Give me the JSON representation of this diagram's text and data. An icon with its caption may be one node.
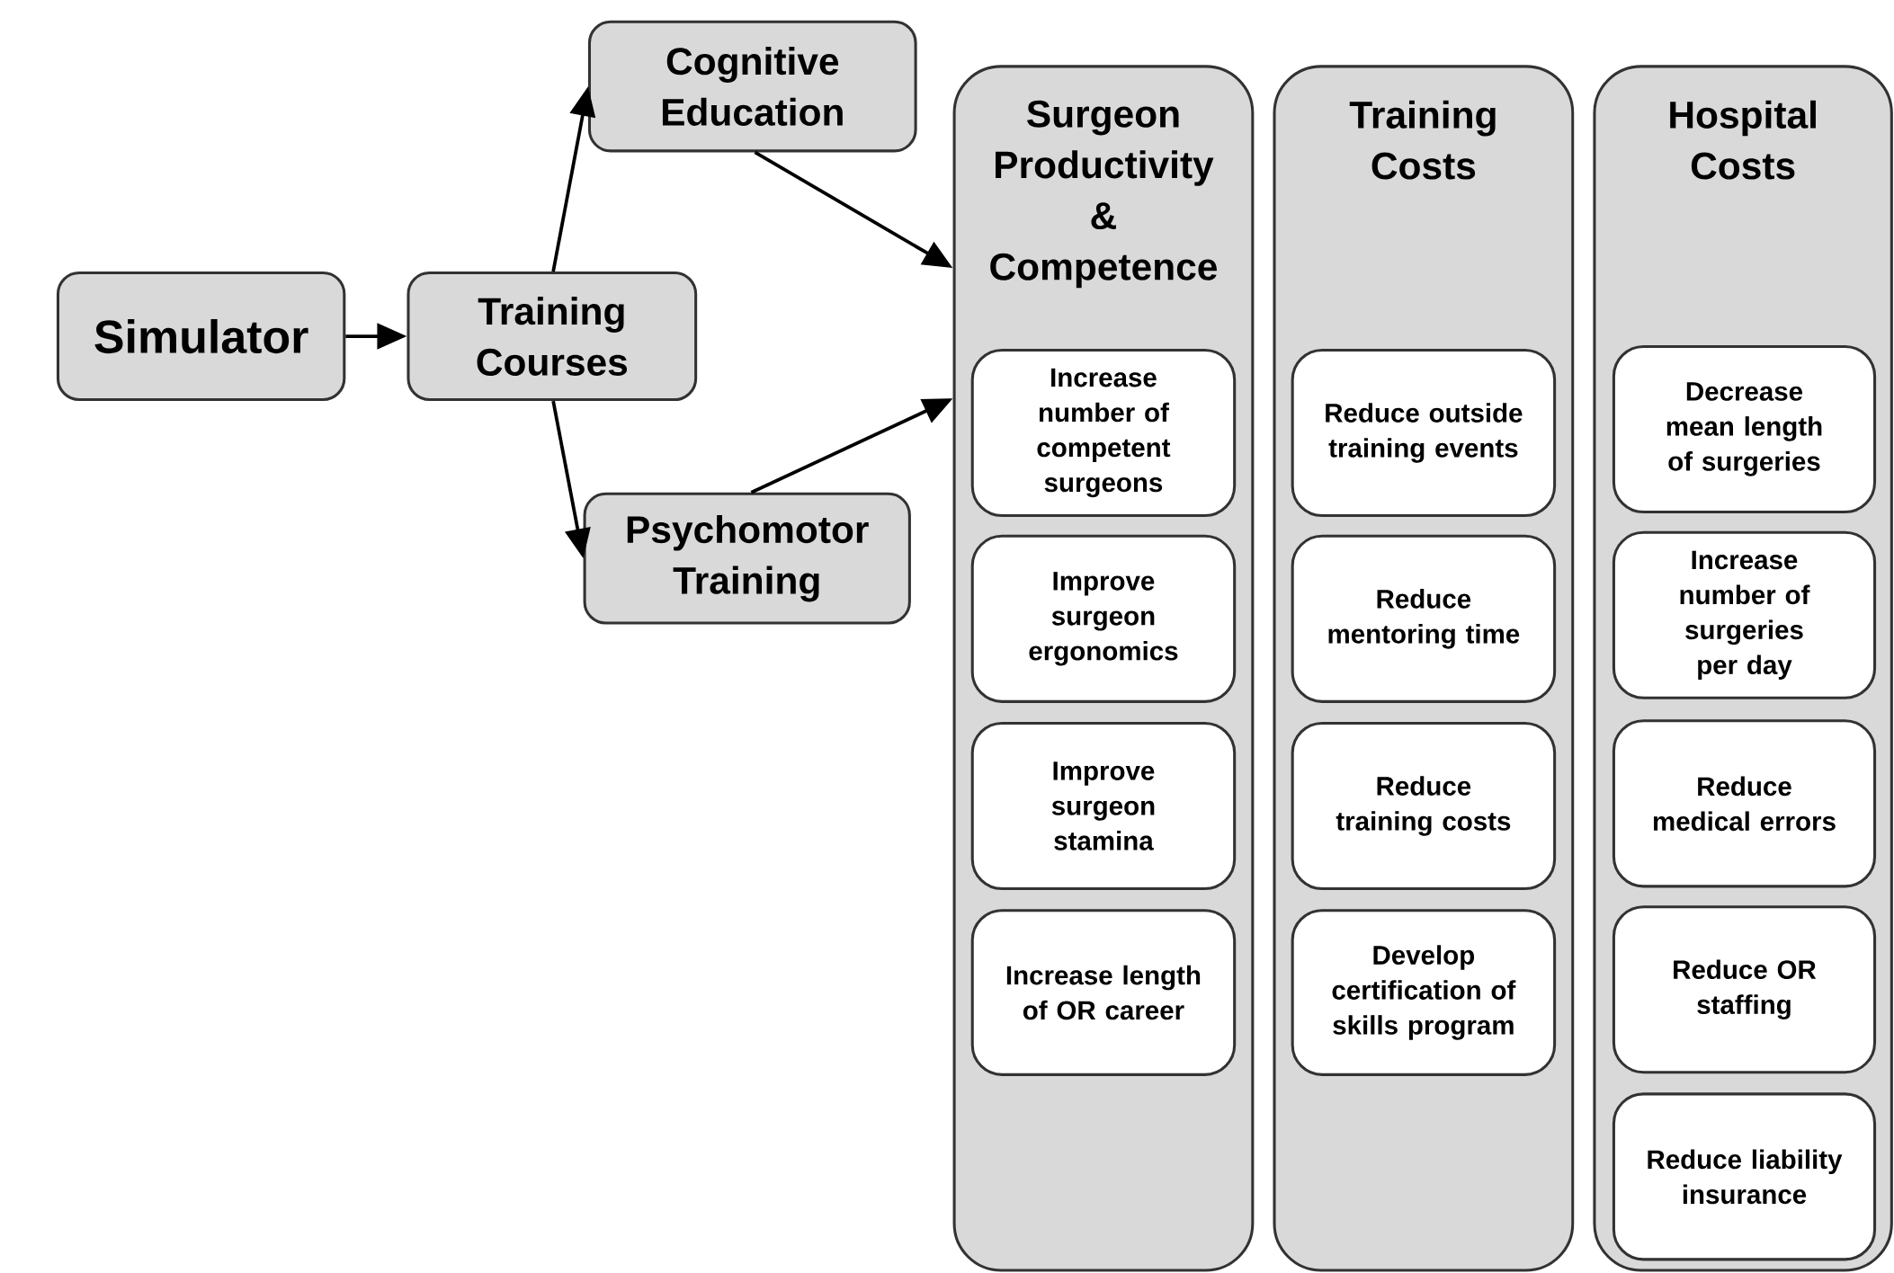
{
  "diagram": {
    "nodes": [
      {
        "text": [
          "Simulator"
        ]
      },
      {
        "text": [
          "Training Courses"
        ]
      },
      {
        "text": [
          "Cognitive Education"
        ]
      },
      {
        "text": [
          "Psychomotor Training"
        ]
      },
      {
        "text": [
          "Surgeon Productivity & Competence"
        ]
      },
      {
        "text": [
          "Increase number of competent surgeons"
        ],
        "in": 4
      },
      {
        "text": [
          "Improve surgeon ergonomics"
        ],
        "in": 4
      },
      {
        "text": [
          "Improve surgeon stamina"
        ],
        "in": 4
      },
      {
        "text": [
          "Increase length of OR career"
        ],
        "in": 4
      },
      {
        "text": [
          "Training Costs"
        ]
      },
      {
        "text": [
          "Reduce outside training events"
        ],
        "in": 9
      },
      {
        "text": [
          "Reduce mentoring time"
        ],
        "in": 9
      },
      {
        "text": [
          "Reduce training costs"
        ],
        "in": 9
      },
      {
        "text": [
          "Develop certification of skills program"
        ],
        "in": 9
      },
      {
        "text": [
          "Hospital Costs"
        ]
      },
      {
        "text": [
          "Decrease mean length of surgeries"
        ],
        "in": 14
      },
      {
        "text": [
          "Increase number of surgeries per day"
        ],
        "in": 14
      },
      {
        "text": [
          "Reduce medical errors"
        ],
        "in": 14
      },
      {
        "text": [
          "Reduce OR staffing"
        ],
        "in": 14
      },
      {
        "text": [
          "Reduce liability insurance"
        ],
        "in": 14
      }
    ],
    "edges": [
      {
        "from": 0,
        "to": 1,
        "arrow": "to"
      },
      {
        "from": 1,
        "to": 2,
        "arrow": "to"
      },
      {
        "from": 1,
        "to": 3,
        "arrow": "to"
      },
      {
        "from": 2,
        "to": 4,
        "arrow": "to"
      },
      {
        "from": 3,
        "to": 4,
        "arrow": "to"
      }
    ]
  }
}
